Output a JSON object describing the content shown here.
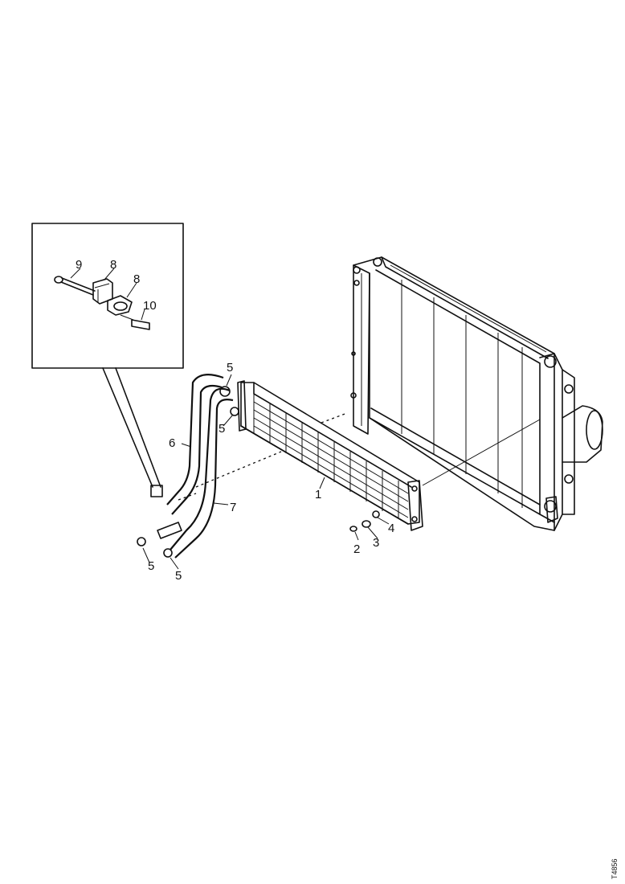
{
  "callouts": {
    "c1": "1",
    "c2": "2",
    "c3": "3",
    "c4": "4",
    "c5a": "5",
    "c5b": "5",
    "c5c": "5",
    "c5d": "5",
    "c6": "6",
    "c7": "7",
    "c8a": "8",
    "c8b": "8",
    "c9": "9",
    "c10": "10"
  },
  "drawing_ref": "T4856"
}
